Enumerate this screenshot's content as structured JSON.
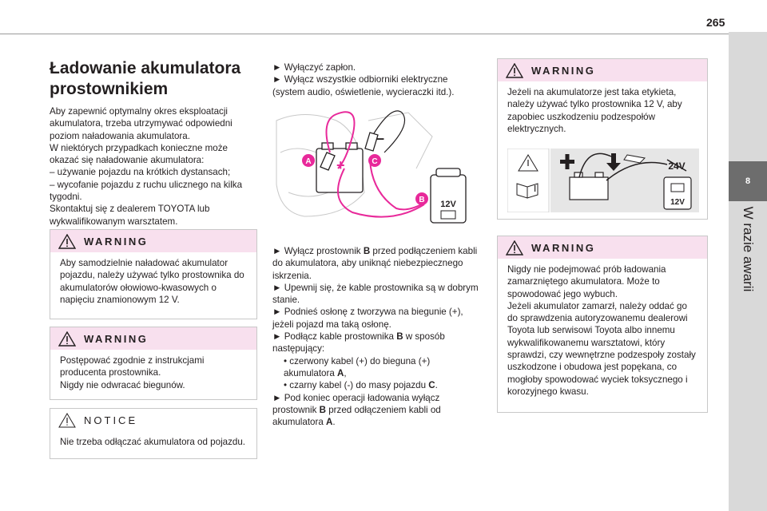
{
  "page_number": "265",
  "sidebar": {
    "chapter_number": "8",
    "chapter_title": "W razie awarii"
  },
  "title": "Ładowanie akumulatora prostownikiem",
  "intro": [
    "Aby zapewnić optymalny okres eksploatacji akumulatora, trzeba utrzymywać odpowiedni poziom naładowania akumulatora.",
    "W niektórych przypadkach konieczne może okazać się naładowanie akumulatora:",
    "– używanie pojazdu na krótkich dystansach;",
    "– wycofanie pojazdu z ruchu ulicznego na kilka tygodni.",
    "Skontaktuj się z dealerem TOYOTA lub wykwalifikowanym warsztatem."
  ],
  "warning1": {
    "heading": "WARNING",
    "text": "Aby samodzielnie naładować akumulator pojazdu, należy używać tylko prostownika do akumulatorów ołowiowo-kwasowych o napięciu znamionowym 12 V."
  },
  "warning2": {
    "heading": "WARNING",
    "lines": [
      "Postępować zgodnie z instrukcjami producenta prostownika.",
      "Nigdy nie odwracać biegunów."
    ]
  },
  "notice": {
    "heading": "NOTICE",
    "text": "Nie trzeba odłączać akumulatora od pojazdu."
  },
  "steps_top": [
    "► Wyłączyć zapłon.",
    "► Wyłącz wszystkie odbiorniki elektryczne (system audio, oświetlenie, wycieraczki itd.)."
  ],
  "figure_labels": {
    "a": "A",
    "b": "B",
    "c": "C",
    "volt": "12V",
    "plus": "+",
    "minus": "–"
  },
  "steps_bottom": {
    "s1a": "► Wyłącz prostownik ",
    "s1b": "B",
    "s1c": " przed podłączeniem kabli do akumulatora, aby uniknąć niebezpiecznego iskrzenia.",
    "s2": "► Upewnij się, że kable prostownika są w dobrym stanie.",
    "s3": "► Podnieś osłonę z tworzywa na biegunie (+), jeżeli pojazd ma taką osłonę.",
    "s4a": "► Podłącz kable prostownika ",
    "s4b": "B",
    "s4c": " w sposób następujący:",
    "s5a": "• czerwony kabel (+) do bieguna (+) akumulatora ",
    "s5b": "A",
    "s5c": ",",
    "s6a": "• czarny kabel (-) do masy pojazdu ",
    "s6b": "C",
    "s6c": ".",
    "s7a": "► Pod koniec operacji ładowania wyłącz prostownik ",
    "s7b": "B",
    "s7c": " przed odłączeniem kabli od akumulatora ",
    "s7d": "A",
    "s7e": "."
  },
  "warning3": {
    "heading": "WARNING",
    "text": "Jeżeli na akumulatorze jest taka etykieta, należy używać tylko prostownika 12 V, aby zapobiec uszkodzeniu podzespołów elektrycznych.",
    "label_24v": "24V",
    "label_12v": "12V"
  },
  "warning4": {
    "heading": "WARNING",
    "lines": [
      "Nigdy nie podejmować prób ładowania zamarzniętego akumulatora. Może to spowodować jego wybuch.",
      "Jeżeli akumulator zamarzł, należy oddać go do sprawdzenia autoryzowanemu dealerowi Toyota lub serwisowi Toyota albo innemu wykwalifikowanemu warsztatowi, który sprawdzi, czy wewnętrzne podzespoły zostały uszkodzone i obudowa jest popękana, co mogłoby spowodować wyciek toksycznego i korozyjnego kwasu."
    ]
  }
}
